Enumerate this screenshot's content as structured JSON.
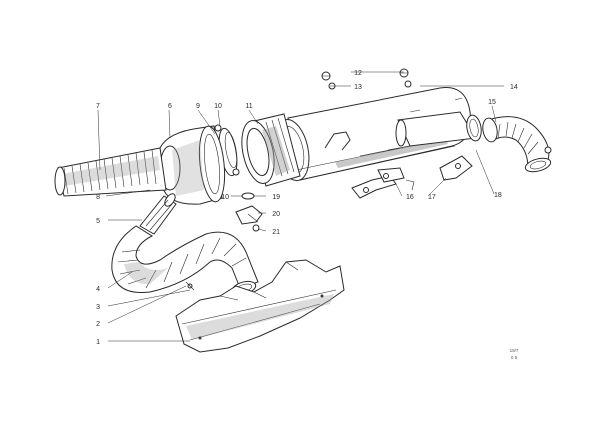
{
  "diagram": {
    "callouts": [
      {
        "id": "c1",
        "text": "1"
      },
      {
        "id": "c2",
        "text": "2"
      },
      {
        "id": "c3",
        "text": "3"
      },
      {
        "id": "c4",
        "text": "4"
      },
      {
        "id": "c5",
        "text": "5"
      },
      {
        "id": "c6",
        "text": "6"
      },
      {
        "id": "c7",
        "text": "7"
      },
      {
        "id": "c8",
        "text": "8"
      },
      {
        "id": "c9",
        "text": "9"
      },
      {
        "id": "c10a",
        "text": "10"
      },
      {
        "id": "c10b",
        "text": "10"
      },
      {
        "id": "c11",
        "text": "11"
      },
      {
        "id": "c12",
        "text": "12"
      },
      {
        "id": "c13",
        "text": "13"
      },
      {
        "id": "c14",
        "text": "14"
      },
      {
        "id": "c15",
        "text": "15"
      },
      {
        "id": "c16",
        "text": "16"
      },
      {
        "id": "c17",
        "text": "17"
      },
      {
        "id": "c18",
        "text": "18"
      },
      {
        "id": "c19",
        "text": "19"
      },
      {
        "id": "c20",
        "text": "20"
      },
      {
        "id": "c21",
        "text": "21"
      }
    ],
    "drawing_code": {
      "line1": "19/7",
      "line2": "0 5"
    }
  }
}
